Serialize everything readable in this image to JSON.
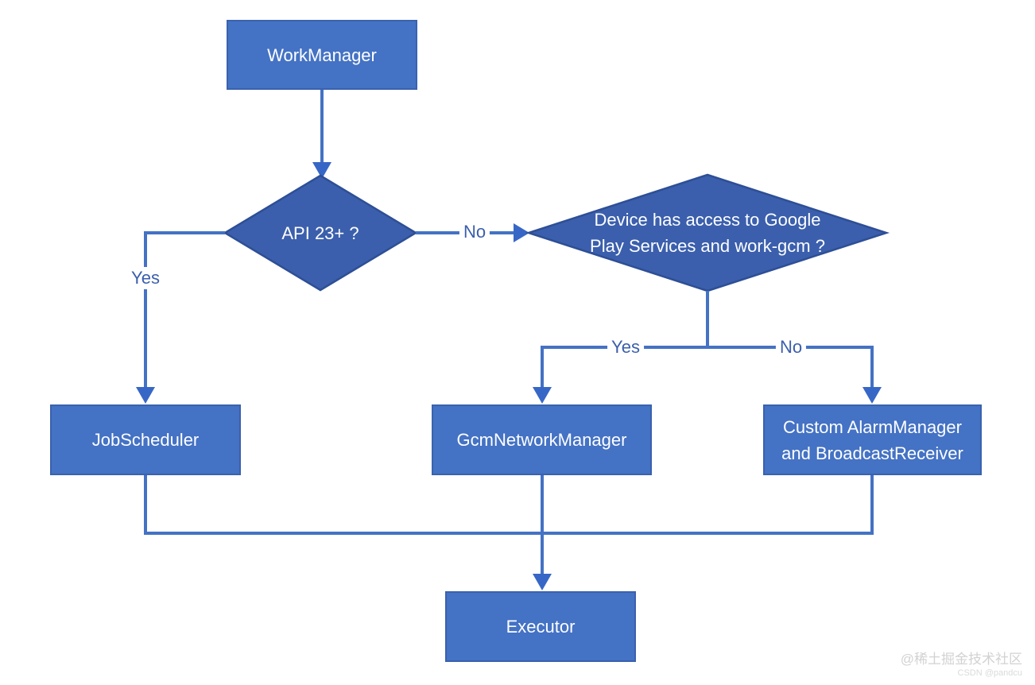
{
  "colors": {
    "box_fill": "#4472C4",
    "box_border": "#3A62AE",
    "diamond_fill": "#3B5FAC",
    "diamond_border": "#2E4F96",
    "connector": "#4472C4",
    "arrow_fill": "#3767C6",
    "label_text": "#3B5FAC",
    "node_text": "#FDFEFF",
    "watermark_1": "#D2D2D2",
    "watermark_2": "#DADADA",
    "canvas_bg": "#FFFFFF"
  },
  "nodes": {
    "workmanager": {
      "label": "WorkManager"
    },
    "decision_api": {
      "label": "API 23+ ?"
    },
    "decision_gps": {
      "lines": [
        "Device has access to Google",
        "Play Services and work-gcm ?"
      ]
    },
    "jobscheduler": {
      "label": "JobScheduler"
    },
    "gcm_network_manager": {
      "label": "GcmNetworkManager"
    },
    "custom_alarm": {
      "lines": [
        "Custom AlarmManager",
        "and BroadcastReceiver"
      ]
    },
    "executor": {
      "label": "Executor"
    }
  },
  "edge_labels": {
    "api_yes": "Yes",
    "api_no": "No",
    "gps_yes": "Yes",
    "gps_no": "No"
  },
  "watermark": {
    "line1": "@稀土掘金技术社区",
    "line2": "CSDN @pandcu"
  }
}
